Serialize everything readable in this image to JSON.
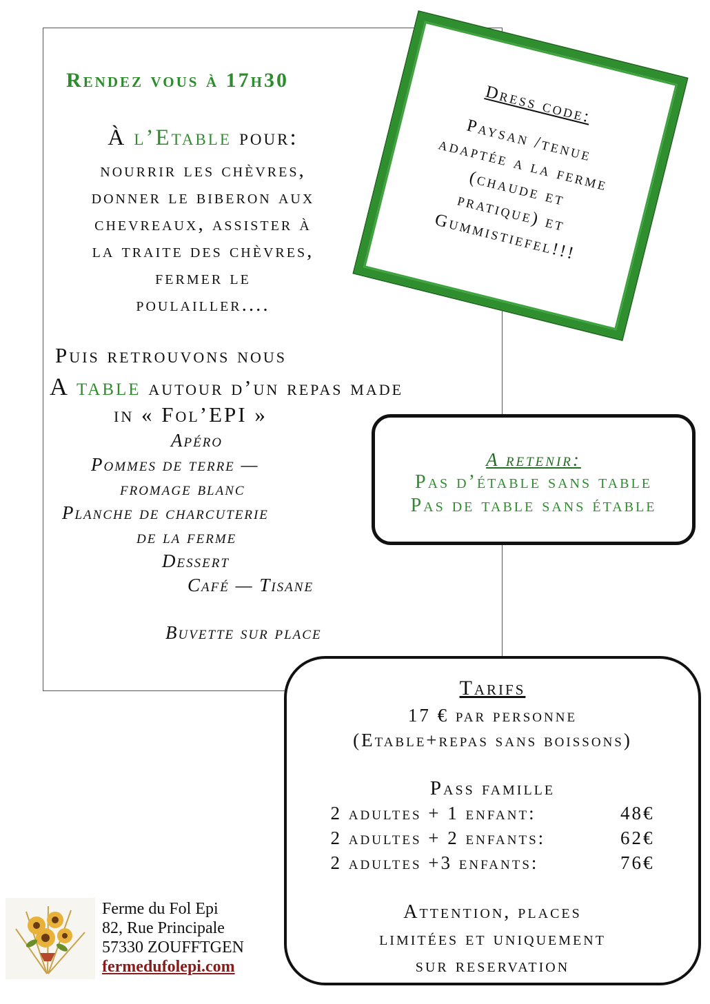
{
  "intro": {
    "rdv": "Rendez vous à 17h30",
    "etable_prefix": "À ",
    "etable_word": "l’Etable",
    "etable_suffix": " pour:",
    "lines": [
      "nourrir les chèvres,",
      "donner le biberon aux",
      "chevreaux, assister à",
      "la traite des chèvres,",
      "fermer le",
      "poulailler...."
    ],
    "puis": "Puis retrouvons nous",
    "table_prefix": "A ",
    "table_word": "table",
    "table_suffix": " autour d’un repas made",
    "folepi": "in « Fol’EPI »"
  },
  "menu": {
    "items": [
      "Apéro",
      "Pommes de terre —",
      "fromage blanc",
      "Planche de charcuterie",
      "de la ferme",
      "Dessert",
      "Café — Tisane"
    ],
    "buvette": "Buvette sur place"
  },
  "dress_code": {
    "title": "Dress code:",
    "lines": [
      "Paysan /tenue",
      "adaptée a la ferme",
      "(chaude et",
      "pratique) et",
      "Gummistiefel!!!"
    ]
  },
  "retenir": {
    "title": "A retenir:",
    "line1": "Pas d’étable sans table",
    "line2": "Pas de table sans étable"
  },
  "tarifs": {
    "title": "Tarifs",
    "price": "17 € par personne",
    "price_note": "(Etable+repas sans boissons)",
    "pass_title": "Pass famille",
    "rows": [
      {
        "label": "2 adultes + 1 enfant:",
        "amount": "48€"
      },
      {
        "label": "2 adultes + 2 enfants:",
        "amount": "62€"
      },
      {
        "label": "2 adultes +3 enfants:",
        "amount": "76€"
      }
    ],
    "attention": [
      "Attention, places",
      "limitées et uniquement",
      "sur reservation"
    ]
  },
  "footer": {
    "name": "Ferme du Fol Epi",
    "street": "82, Rue Principale",
    "city": "57330 ZOUFFTGEN",
    "website": "fermedufolepi.com"
  },
  "colors": {
    "green": "#2e8b2e",
    "card_border": "#2f8f2f",
    "link": "#8b1a1a"
  }
}
